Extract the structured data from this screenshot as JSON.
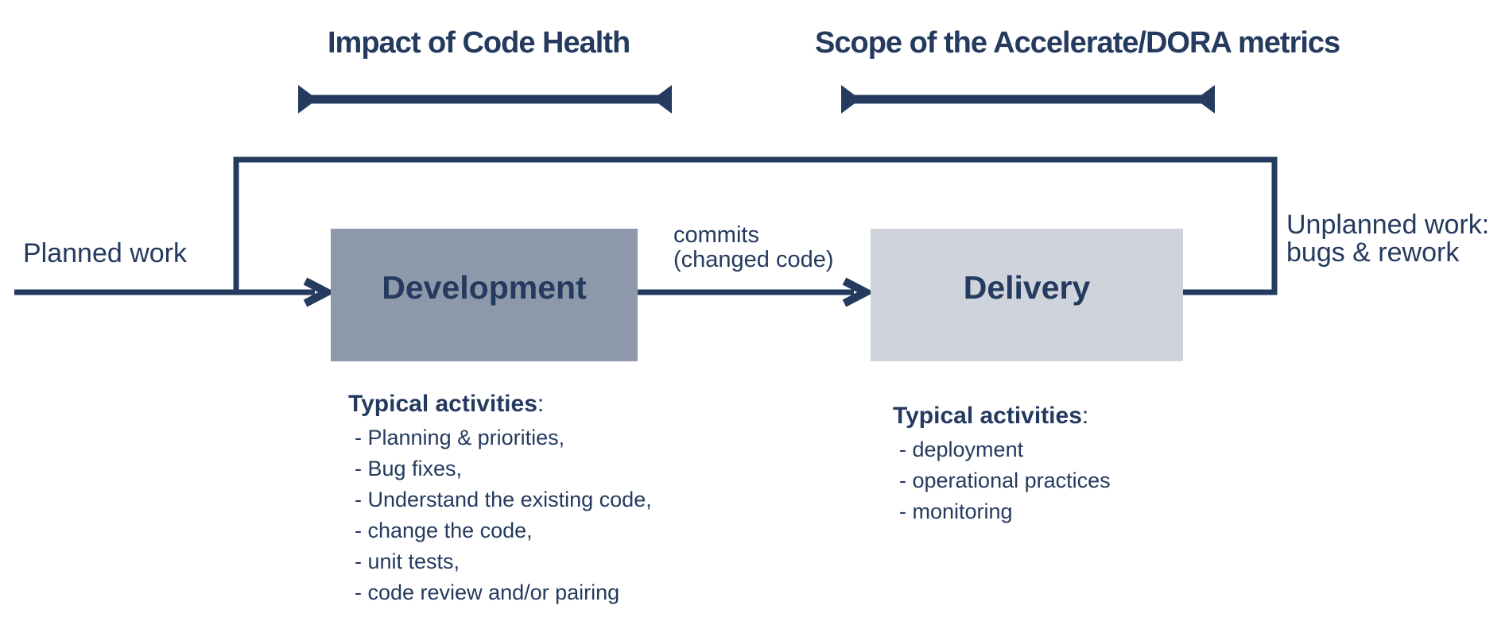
{
  "colors": {
    "navy": "#243a5e",
    "development_box_fill": "#8d99ab",
    "delivery_box_fill": "#cfd3db",
    "background": "#ffffff"
  },
  "annotations": {
    "impact_title": "Impact of Code Health",
    "dora_title": "Scope of the Accelerate/DORA metrics"
  },
  "flow": {
    "planned_work_label": "Planned work",
    "commits_label_line1": "commits",
    "commits_label_line2": "(changed code)",
    "unplanned_label_line1": "Unplanned work:",
    "unplanned_label_line2": "bugs & rework"
  },
  "development": {
    "label": "Development",
    "activities_heading": "Typical activities",
    "activities_colon": ":",
    "activities": [
      "- Planning & priorities,",
      "- Bug fixes,",
      "- Understand the existing code,",
      "- change the code,",
      "- unit tests,",
      "- code review and/or pairing"
    ]
  },
  "delivery": {
    "label": "Delivery",
    "activities_heading": "Typical activities",
    "activities_colon": ":",
    "activities": [
      "- deployment",
      "- operational practices",
      "- monitoring"
    ]
  }
}
